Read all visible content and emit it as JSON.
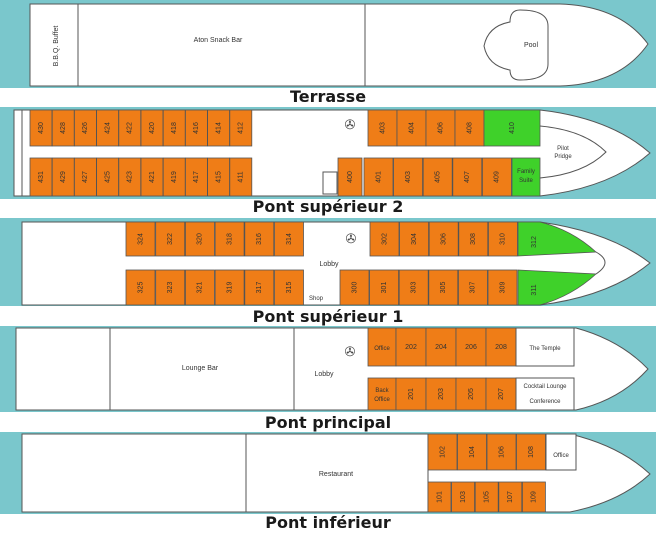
{
  "colors": {
    "water": "#7ac7cc",
    "cabin": "#ef7d17",
    "suite": "#3fd12a",
    "stroke": "#555555",
    "hull": "#ffffff"
  },
  "decks": [
    {
      "name": "Terrasse",
      "labels": [
        "B.B.Q. Buffet",
        "Aton Snack Bar",
        "Pool"
      ],
      "top_cabins": [],
      "top_suites": [],
      "bottom_cabins": [],
      "bottom_suites": []
    },
    {
      "name": "Pont supérieur 2",
      "labels": [
        "Pilot Pridge",
        "Family Suite"
      ],
      "top_cabins": [
        "430",
        "428",
        "426",
        "424",
        "422",
        "420",
        "418",
        "416",
        "414",
        "412",
        "403",
        "404",
        "406",
        "408"
      ],
      "top_suites": [
        "410"
      ],
      "bottom_cabins": [
        "431",
        "429",
        "427",
        "425",
        "423",
        "421",
        "419",
        "417",
        "415",
        "411",
        "400",
        "401",
        "403",
        "405",
        "407",
        "409"
      ],
      "bottom_suites": []
    },
    {
      "name": "Pont supérieur 1",
      "labels": [
        "Lobby",
        "Shop"
      ],
      "top_cabins": [
        "324",
        "322",
        "320",
        "318",
        "316",
        "314",
        "302",
        "304",
        "306",
        "308",
        "310"
      ],
      "top_suites": [
        "312"
      ],
      "bottom_cabins": [
        "325",
        "323",
        "321",
        "319",
        "317",
        "315",
        "300",
        "301",
        "303",
        "305",
        "307",
        "309"
      ],
      "bottom_suites": [
        "311"
      ]
    },
    {
      "name": "Pont principal",
      "labels": [
        "Lounge Bar",
        "Lobby",
        "Office",
        "The Temple",
        "Back Office",
        "Cocktail Lounge",
        "Conference"
      ],
      "top_cabins": [
        "202",
        "204",
        "206",
        "208"
      ],
      "top_suites": [],
      "bottom_cabins": [
        "201",
        "203",
        "205",
        "207"
      ],
      "bottom_suites": []
    },
    {
      "name": "Pont inférieur",
      "labels": [
        "Restaurant",
        "Office"
      ],
      "top_cabins": [
        "102",
        "104",
        "106",
        "108"
      ],
      "top_suites": [],
      "bottom_cabins": [
        "101",
        "103",
        "105",
        "107",
        "109"
      ],
      "bottom_suites": []
    }
  ]
}
